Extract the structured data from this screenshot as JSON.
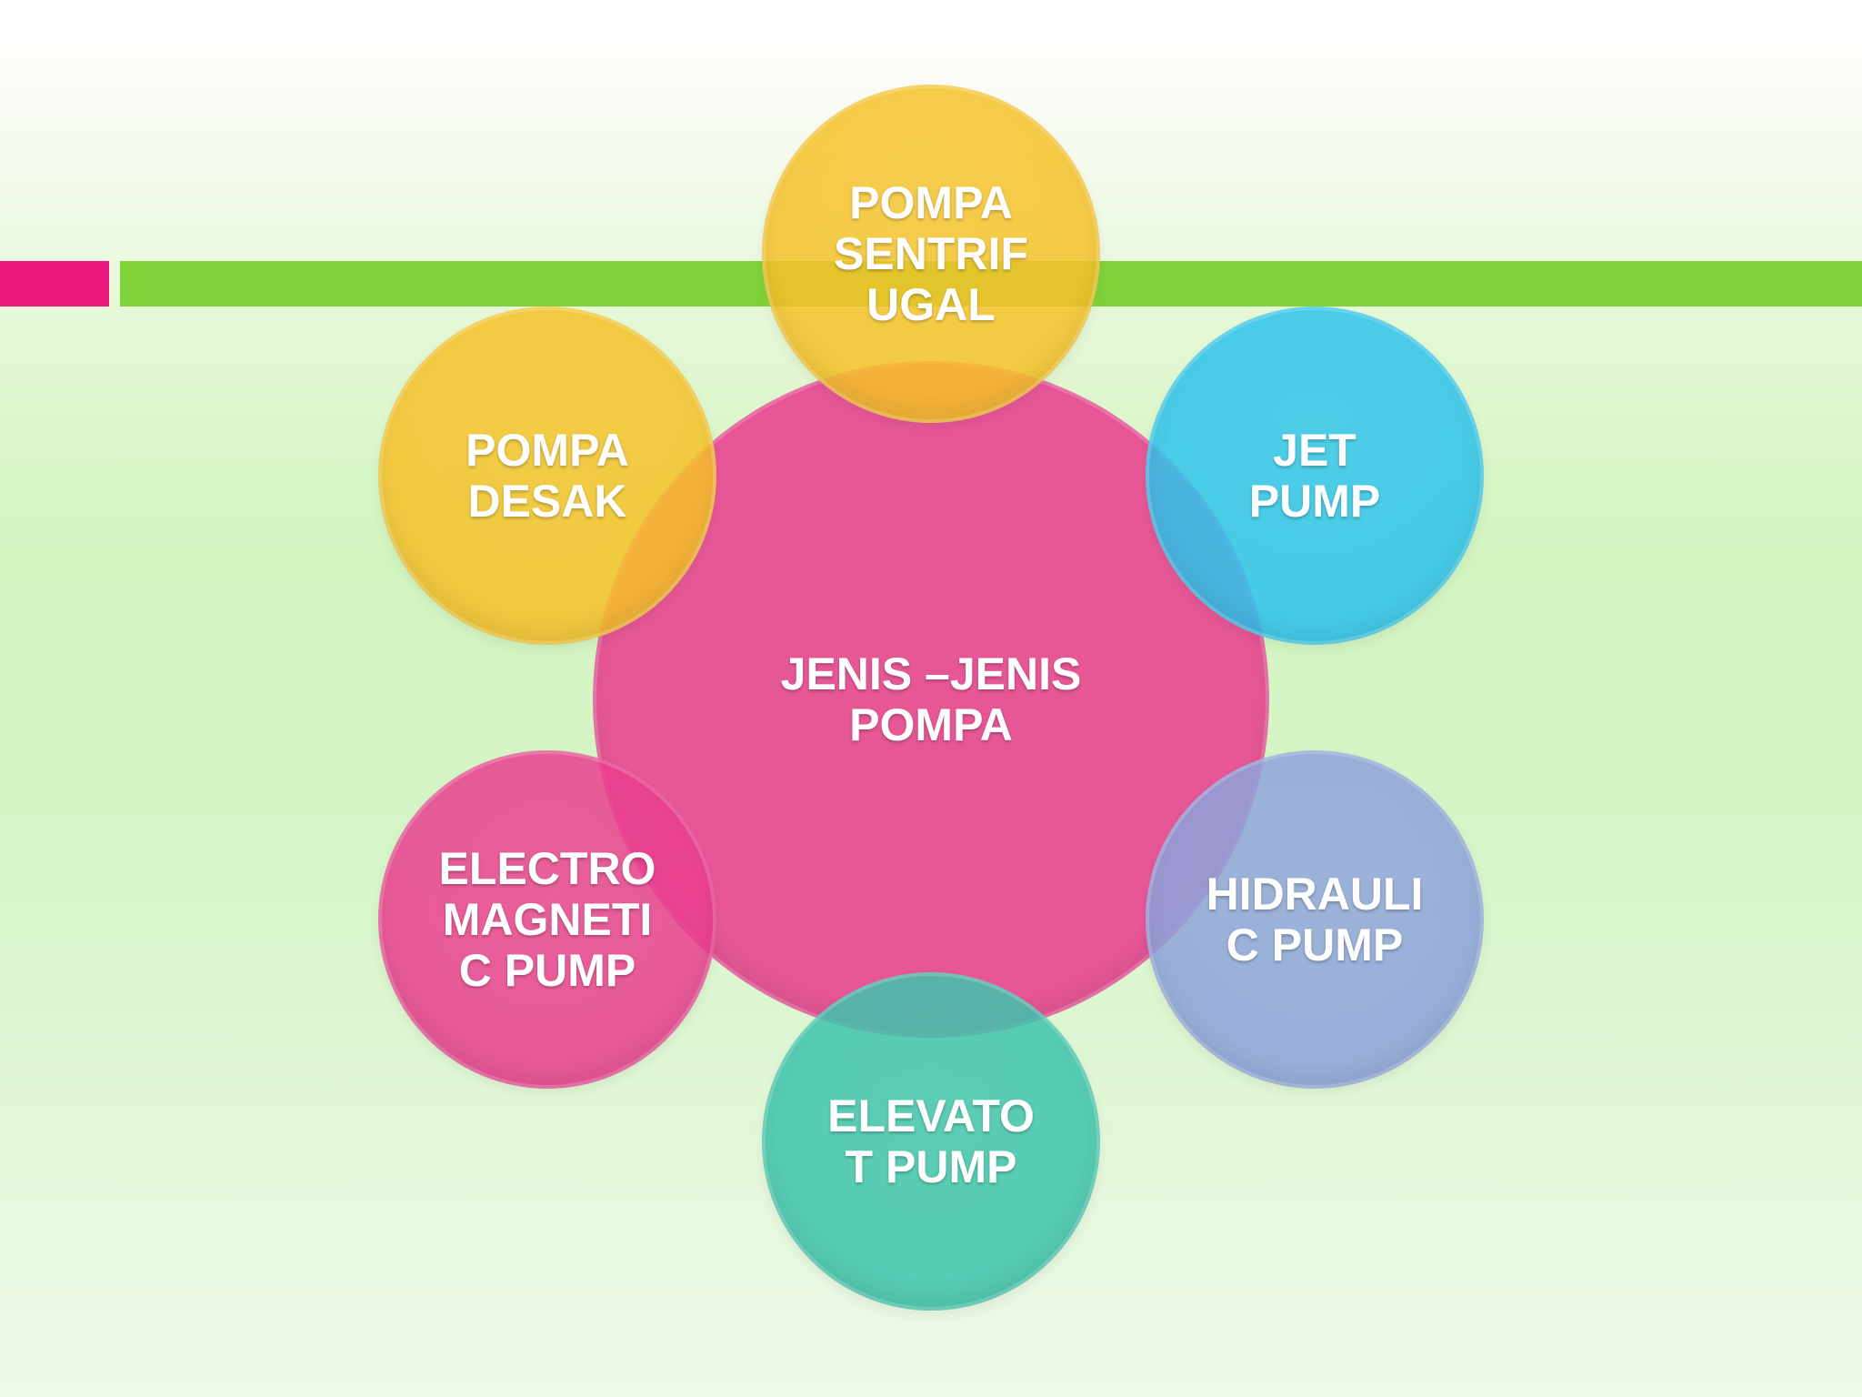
{
  "colors": {
    "pink_bar": "#e8197a",
    "green_bar": "#80d23a",
    "center": "#e8418f",
    "yellow": "#f6c22a",
    "cyan": "#2fc4ec",
    "lavender": "#8ea4db",
    "teal": "#3fc4ad",
    "magenta": "#ea3f8f"
  },
  "diagram": {
    "center": {
      "label": "JENIS –JENIS\nPOMPA"
    },
    "nodes": [
      {
        "id": "pompa-sentrifugal",
        "label": "POMPA\nSENTRIF\nUGAL",
        "color": "#f6c22a"
      },
      {
        "id": "jet-pump",
        "label": "JET\nPUMP",
        "color": "#2fc4ec"
      },
      {
        "id": "hidraulic-pump",
        "label": "HIDRAULI\nC PUMP",
        "color": "#8ea4db"
      },
      {
        "id": "elevatot-pump",
        "label": "ELEVATO\nT PUMP",
        "color": "#3fc4ad"
      },
      {
        "id": "electromagnetic-pump",
        "label": "ELECTRO\nMAGNETI\nC PUMP",
        "color": "#ea3f8f"
      },
      {
        "id": "pompa-desak",
        "label": "POMPA\nDESAK",
        "color": "#f6c22a"
      }
    ]
  }
}
